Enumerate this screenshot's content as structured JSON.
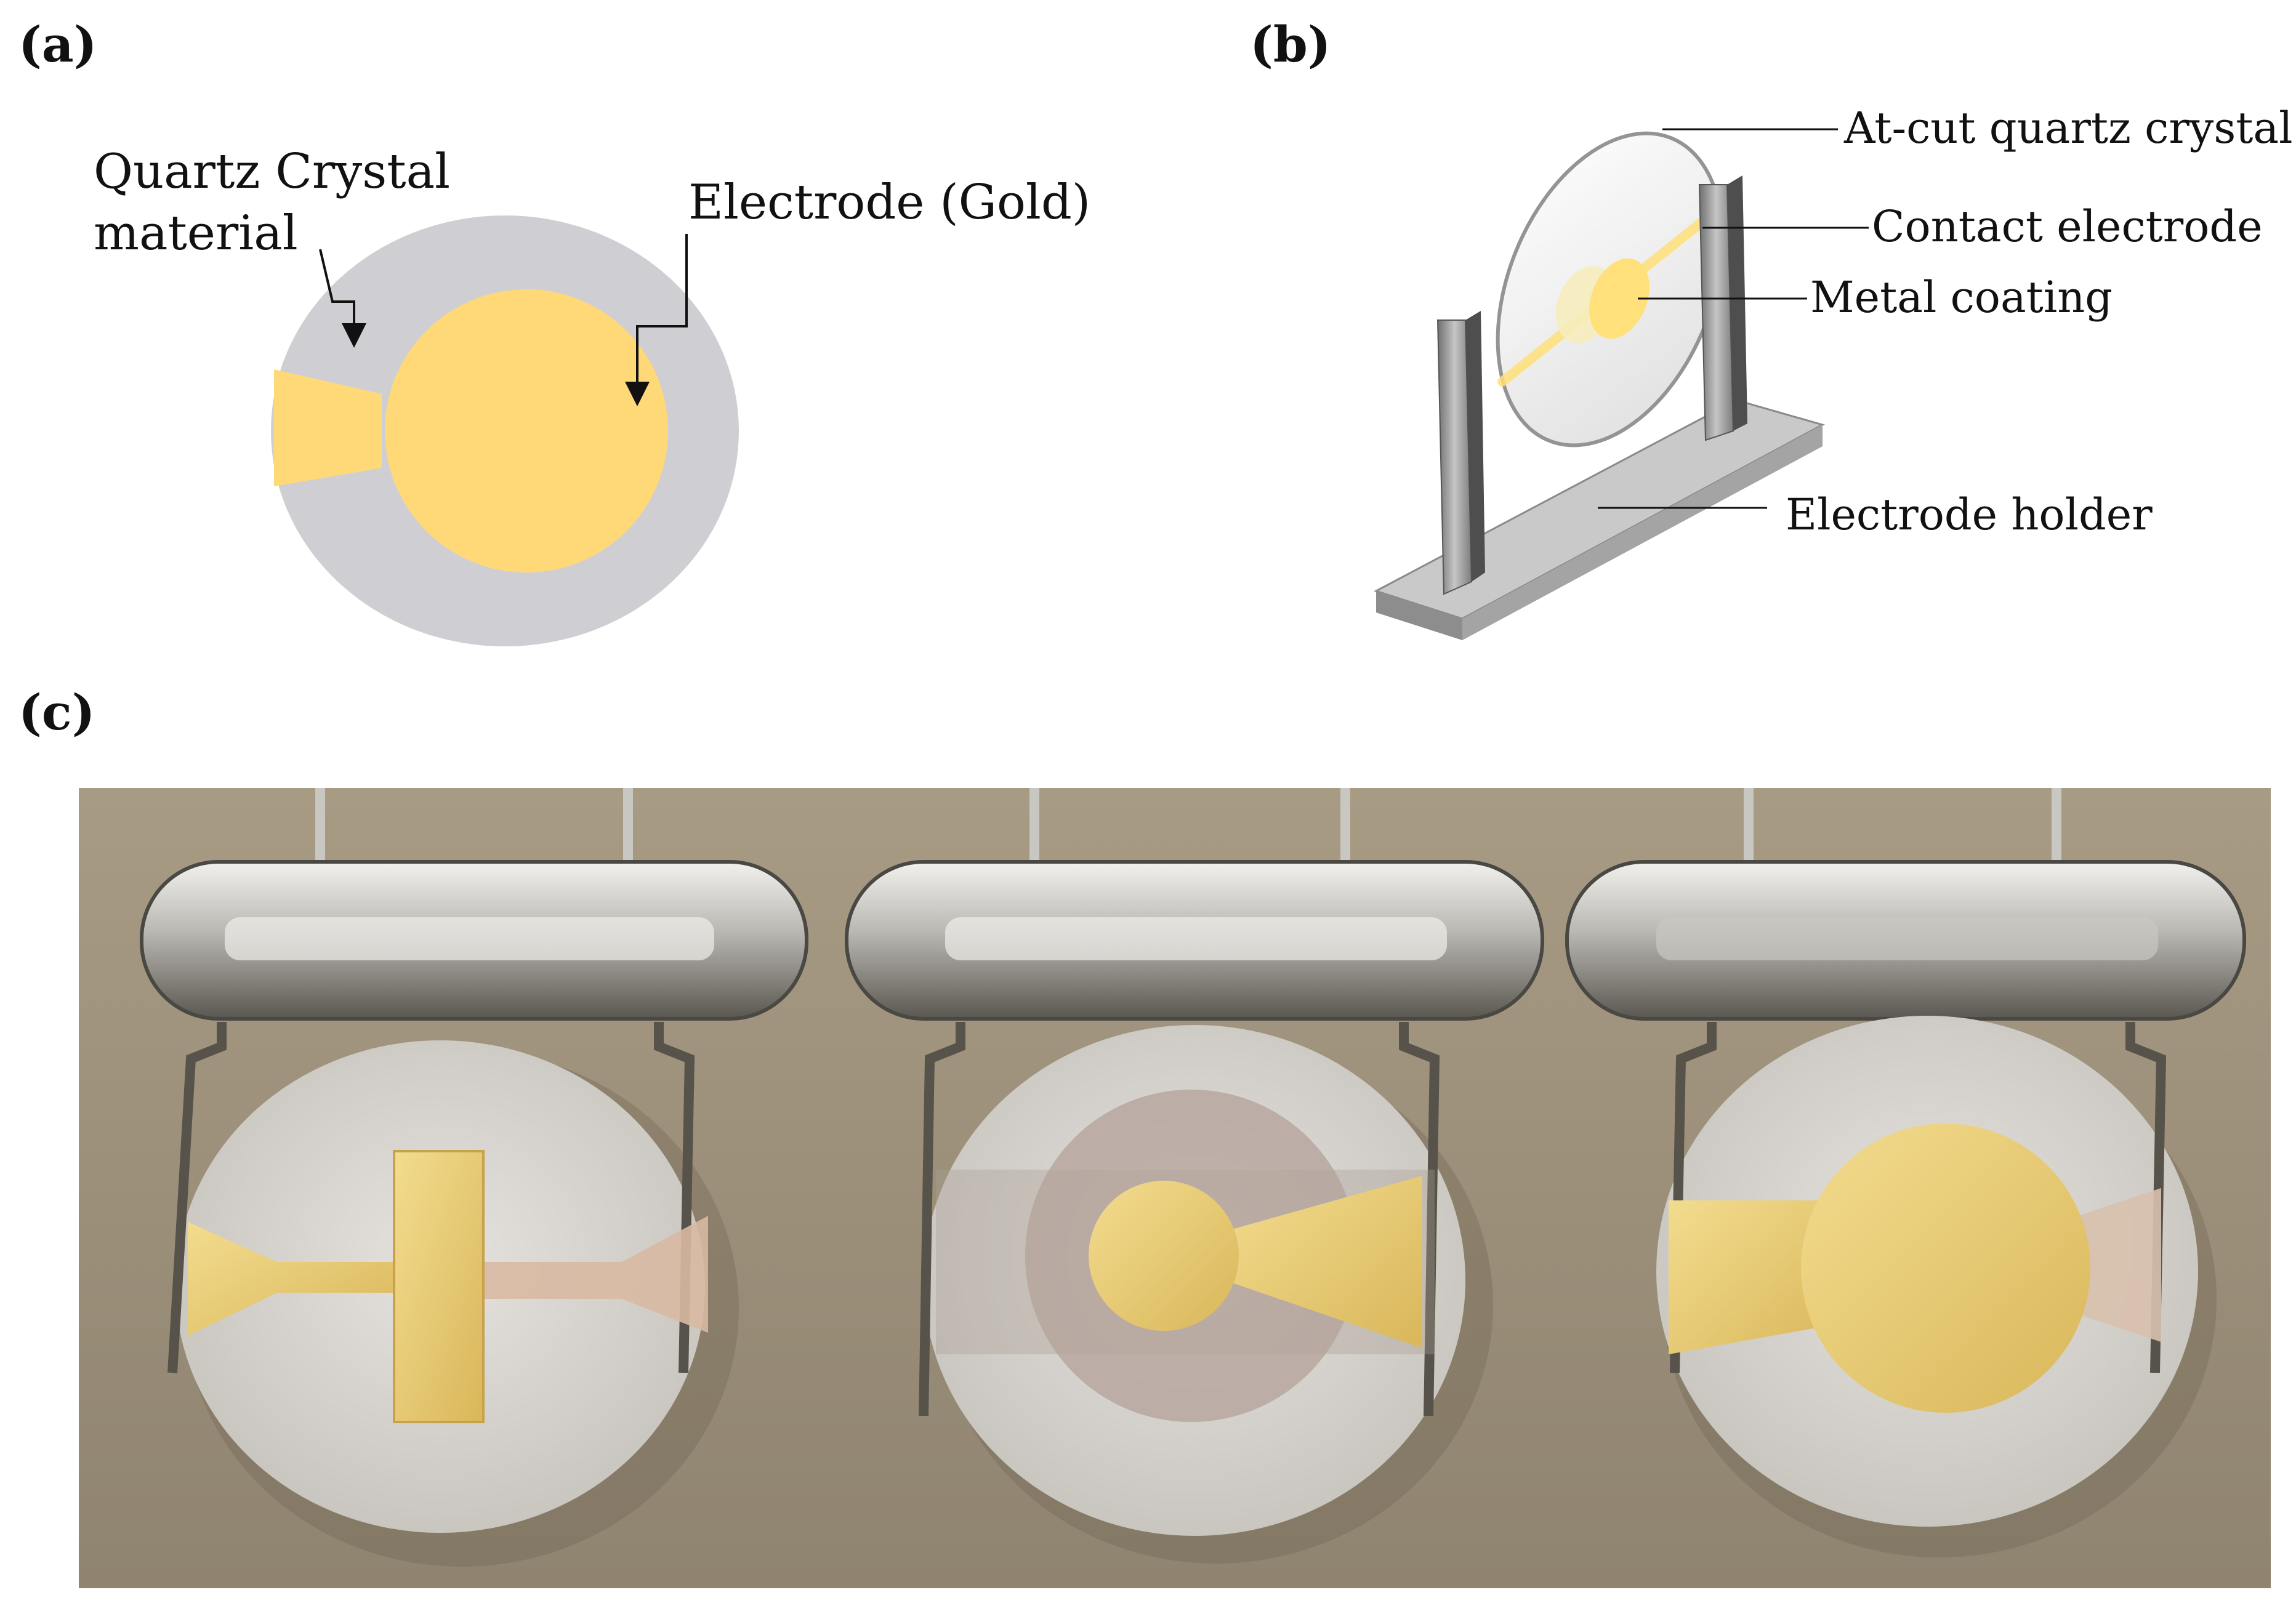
{
  "panels": {
    "a": {
      "label": "(a)",
      "quartz_label_line1": "Quartz Crystal",
      "quartz_label_line2": "material",
      "electrode_label": "Electrode (Gold)",
      "colors": {
        "quartz": "#cfcfd3",
        "gold": "#ffd878"
      }
    },
    "b": {
      "label": "(b)",
      "crystal_label": "At-cut quartz crystal",
      "contact_label": "Contact electrode",
      "coating_label": "Metal coating",
      "holder_label": "Electrode holder",
      "colors": {
        "holder": "#a9a9a9",
        "coating": "#ffe07a"
      }
    },
    "c": {
      "label": "(c)",
      "colors": {
        "background": "#9a8d76",
        "metal": "#d8d6d0",
        "gold": "#e7c66a",
        "disc": "#d9d6d1"
      }
    }
  }
}
